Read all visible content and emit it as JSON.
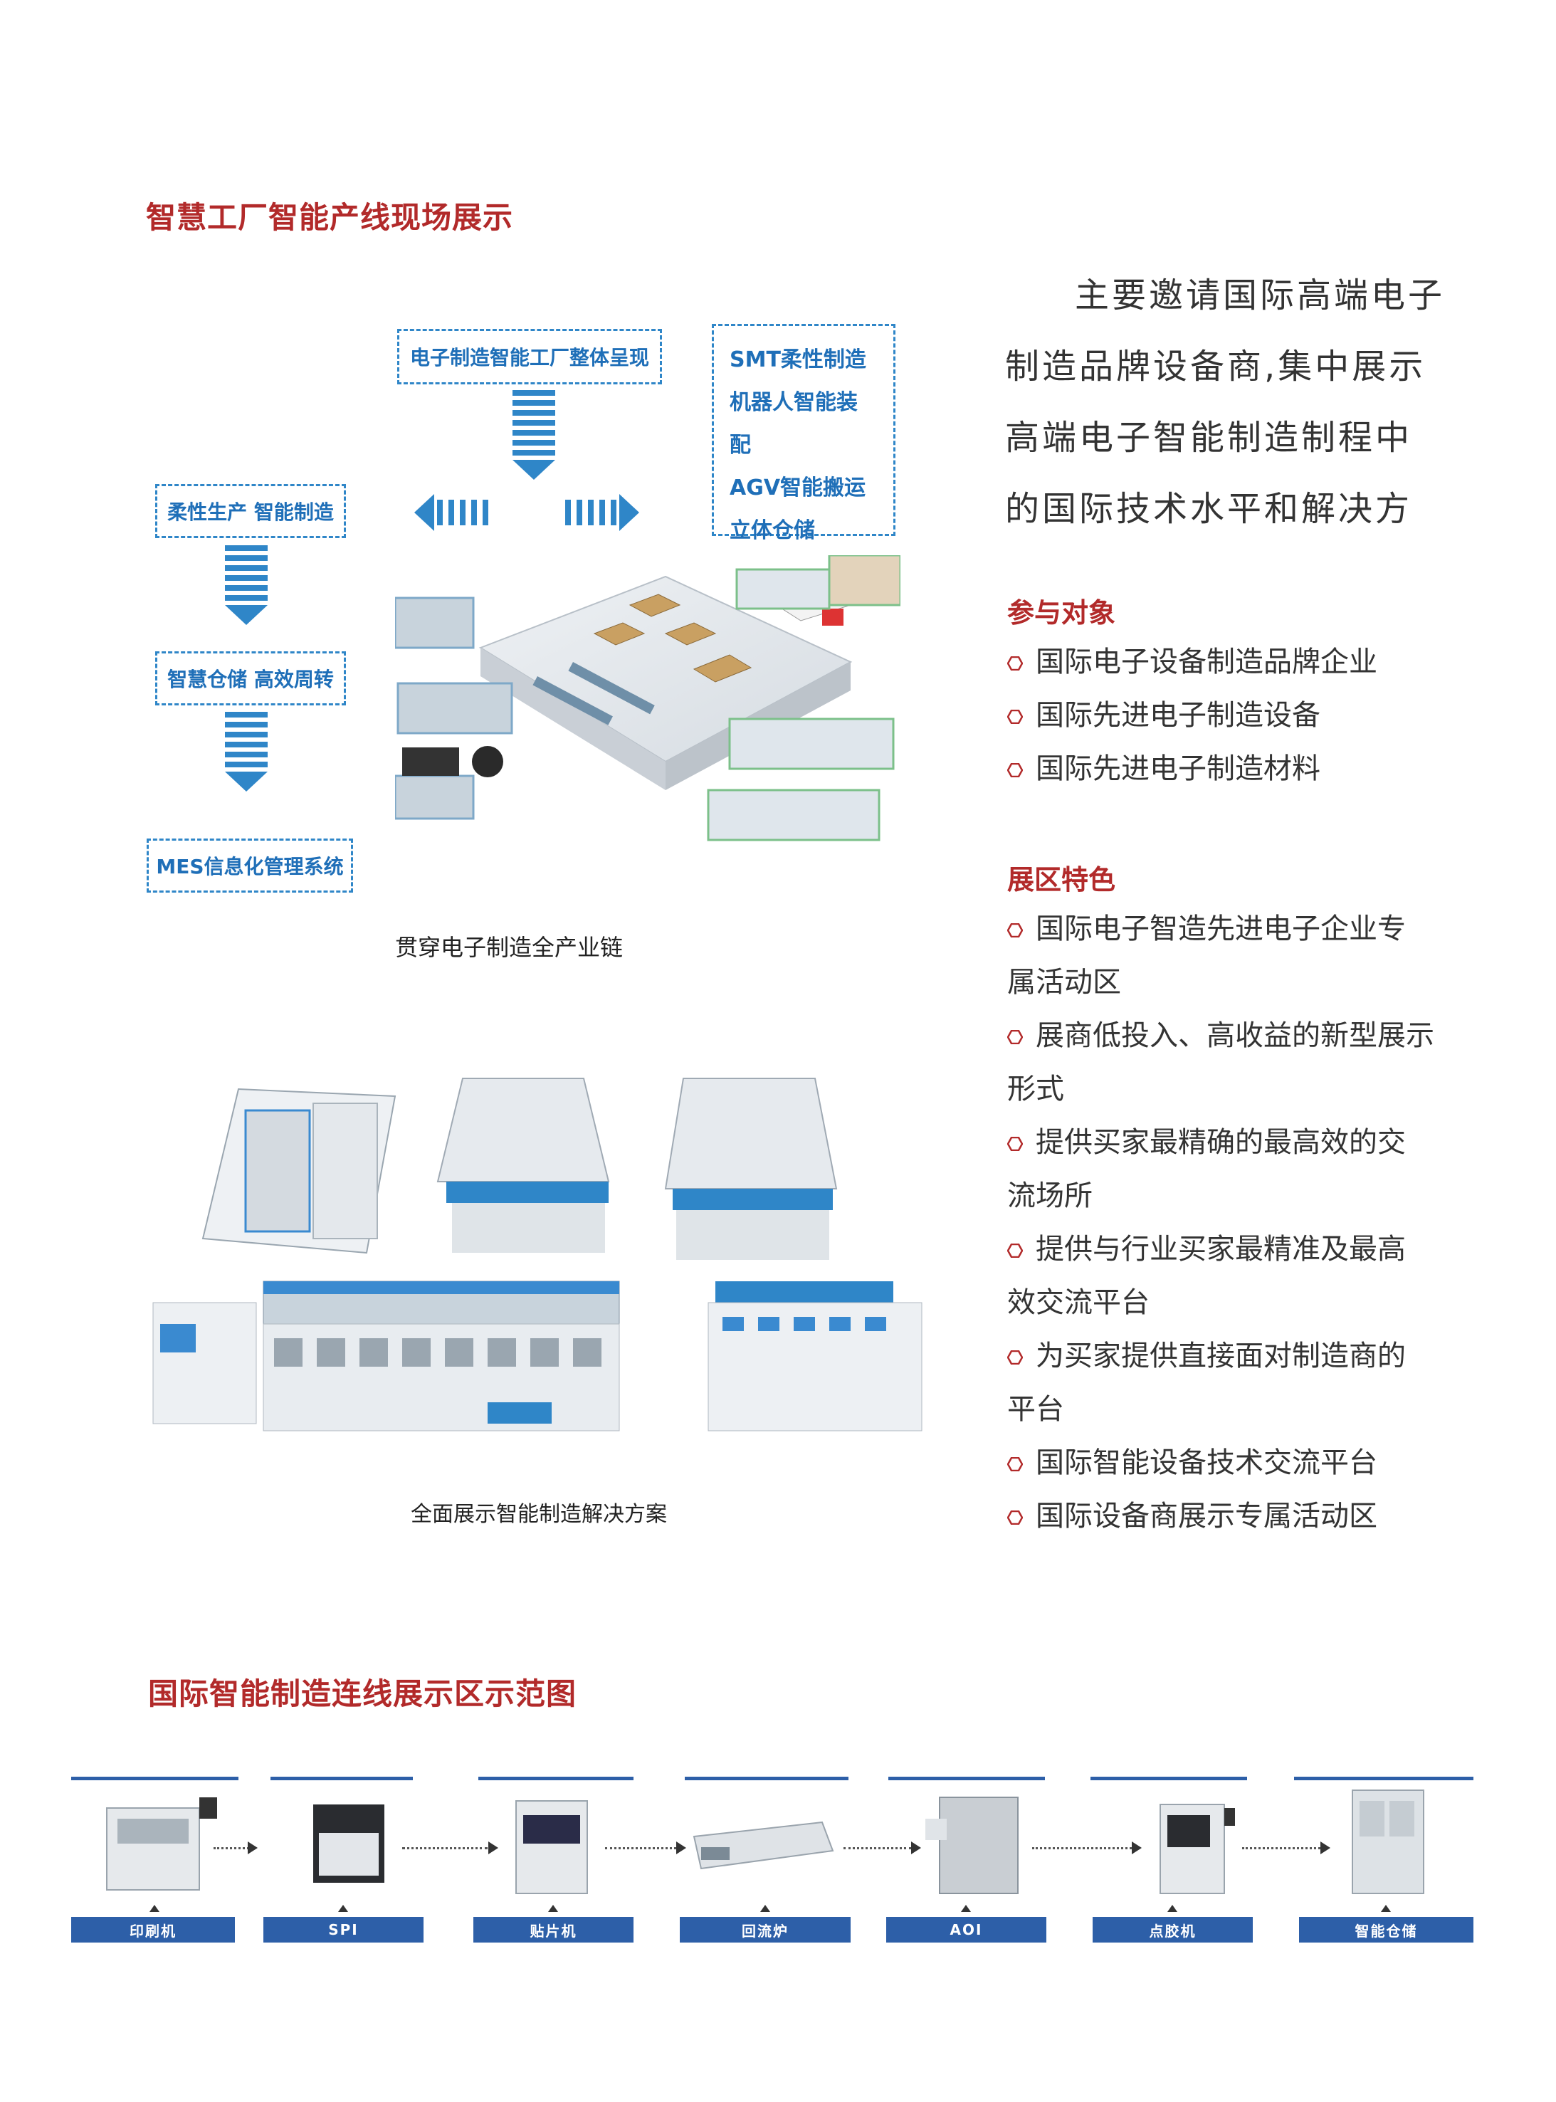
{
  "section1": {
    "title": "智慧工厂智能产线现场展示"
  },
  "diagram": {
    "top_box": "电子制造智能工厂整体呈现",
    "features": [
      "SMT柔性制造",
      "机器人智能装配",
      "AGV智能搬运",
      "立体仓储"
    ],
    "left_steps": [
      "柔性生产 智能制造",
      "智慧仓储 高效周转",
      "MES信息化管理系统"
    ],
    "caption": "贯穿电子制造全产业链"
  },
  "solutions": {
    "caption": "全面展示智能制造解决方案"
  },
  "intro": {
    "lines": [
      "主要邀请国际高端电子",
      "制造品牌设备商,集中展示",
      "高端电子智能制造制程中",
      "的国际技术水平和解决方"
    ]
  },
  "participants": {
    "heading": "参与对象",
    "items": [
      "国际电子设备制造品牌企业",
      "国际先进电子制造设备",
      "国际先进电子制造材料"
    ]
  },
  "features_section": {
    "heading": "展区特色",
    "items": [
      {
        "line1": "国际电子智造先进电子企业专",
        "line2": "属活动区"
      },
      {
        "line1": "展商低投入、高收益的新型展示",
        "line2": "形式"
      },
      {
        "line1": "提供买家最精确的最高效的交",
        "line2": "流场所"
      },
      {
        "line1": "提供与行业买家最精准及最高",
        "line2": "效交流平台"
      },
      {
        "line1": "为买家提供直接面对制造商的",
        "line2": "平台"
      },
      {
        "line1": "国际智能设备技术交流平台",
        "line2": ""
      },
      {
        "line1": "国际设备商展示专属活动区",
        "line2": ""
      }
    ]
  },
  "section2": {
    "title": "国际智能制造连线展示区示范图",
    "steps": [
      "印刷机",
      "SPI",
      "贴片机",
      "回流炉",
      "AOI",
      "点胶机",
      "智能仓储"
    ]
  },
  "colors": {
    "accent_red": "#b22a2a",
    "diagram_blue": "#2f86c8",
    "flow_blue": "#2d5fa8"
  }
}
